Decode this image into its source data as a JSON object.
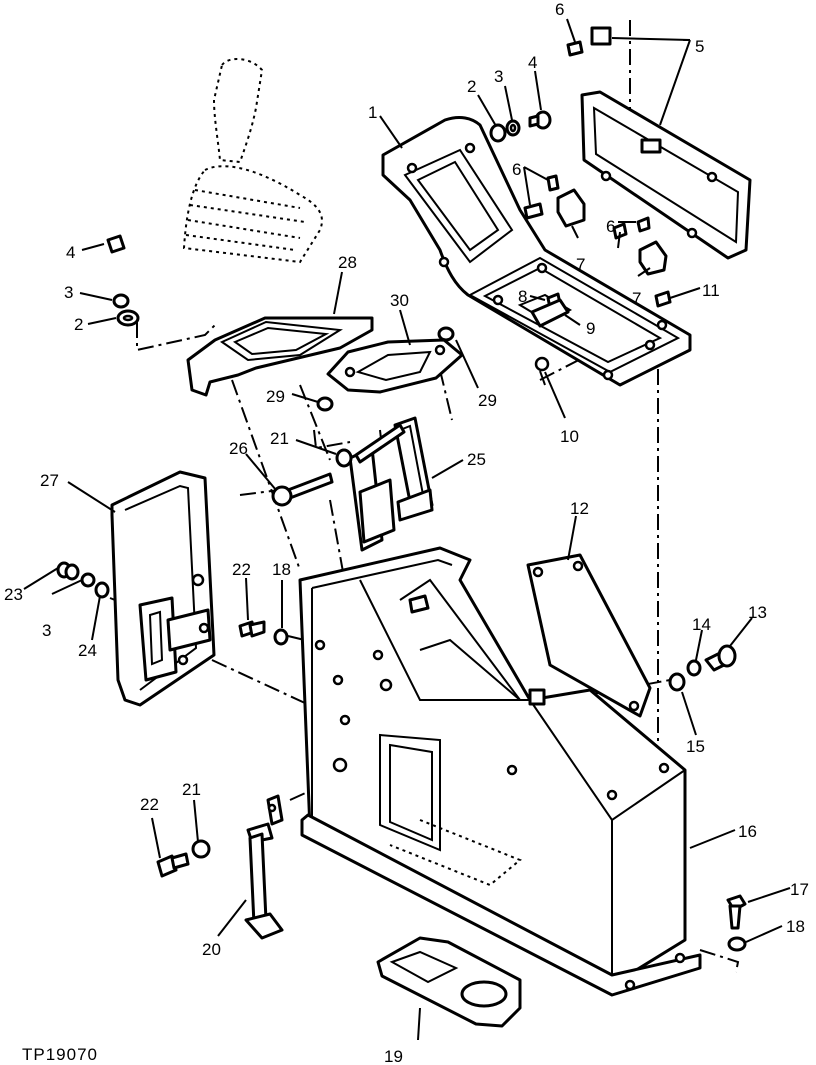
{
  "figure_id": "TP19070",
  "callouts": [
    "1",
    "2",
    "3",
    "4",
    "5",
    "6",
    "7",
    "8",
    "9",
    "10",
    "11",
    "12",
    "13",
    "14",
    "15",
    "16",
    "17",
    "18",
    "19",
    "20",
    "21",
    "22",
    "23",
    "24",
    "25",
    "26",
    "27",
    "28",
    "29",
    "30"
  ],
  "labels": {
    "top_right": [
      "6",
      "5",
      "2",
      "3",
      "4",
      "1",
      "6",
      "6",
      "7",
      "7",
      "8",
      "9",
      "11",
      "10"
    ],
    "left_top": [
      "4",
      "3",
      "2",
      "28",
      "30",
      "29",
      "29",
      "26",
      "21",
      "25",
      "27"
    ],
    "middle": [
      "22",
      "18",
      "23",
      "3",
      "24",
      "12",
      "13",
      "14",
      "15",
      "16"
    ],
    "bottom": [
      "22",
      "21",
      "20",
      "17",
      "18",
      "19"
    ]
  }
}
